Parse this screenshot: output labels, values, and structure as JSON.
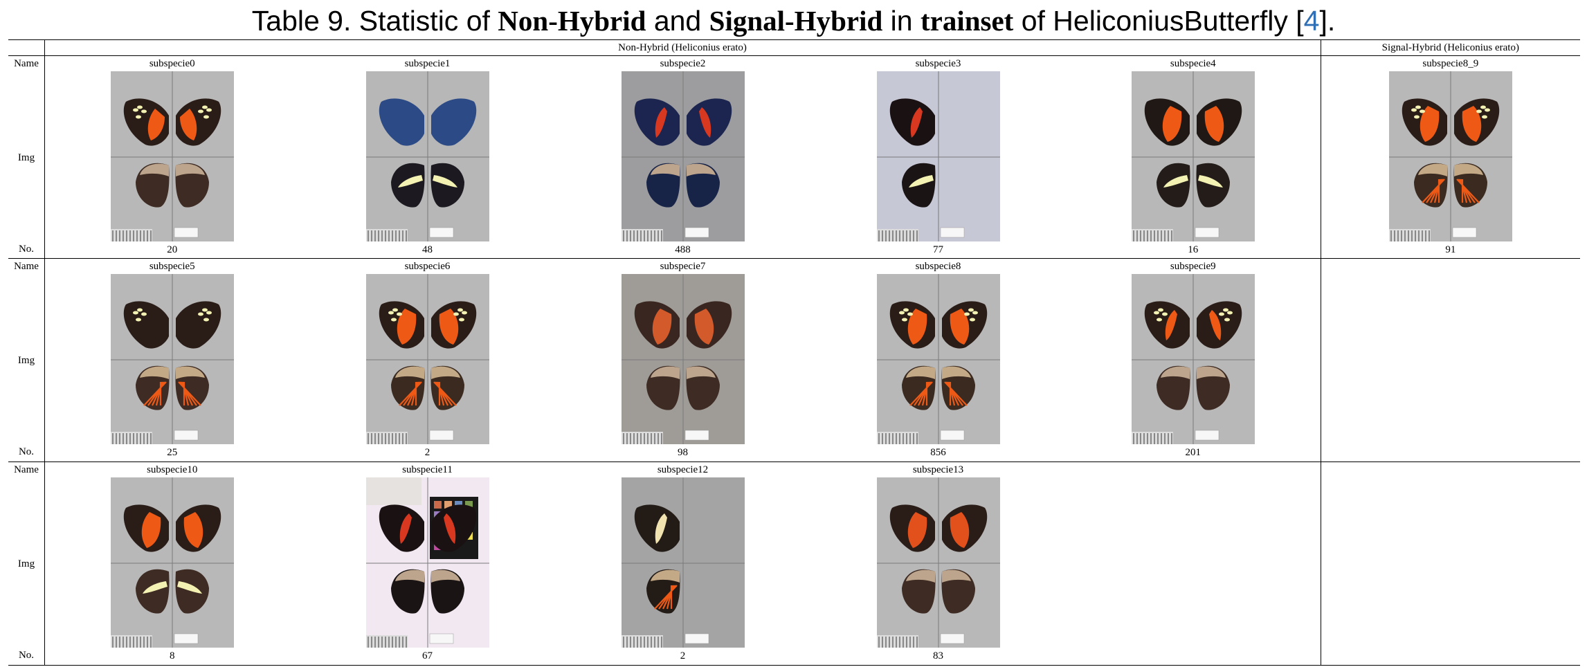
{
  "caption": {
    "prefix": "Table 9. Statistic of ",
    "term1": "Non-Hybrid",
    "and": " and ",
    "term2": "Signal-Hybrid",
    "in": " in ",
    "term3": "trainset",
    "of": " of HeliconiusButterfly [",
    "ref": "4",
    "suffix": "]."
  },
  "groups": {
    "non_hybrid": "Non-Hybrid (Heliconius erato)",
    "signal_hybrid": "Signal-Hybrid (Heliconius erato)"
  },
  "row_labels": {
    "name": "Name",
    "img": "Img",
    "no": "No."
  },
  "rows": [
    [
      {
        "name": "subspecie0",
        "count": "20",
        "photo": "butterfly-wings-subspecie0"
      },
      {
        "name": "subspecie1",
        "count": "48",
        "photo": "butterfly-wings-subspecie1"
      },
      {
        "name": "subspecie2",
        "count": "488",
        "photo": "butterfly-wings-subspecie2"
      },
      {
        "name": "subspecie3",
        "count": "77",
        "photo": "butterfly-wings-subspecie3"
      },
      {
        "name": "subspecie4",
        "count": "16",
        "photo": "butterfly-wings-subspecie4"
      },
      {
        "name": "subspecie8_9",
        "count": "91",
        "photo": "butterfly-wings-subspecie8_9"
      }
    ],
    [
      {
        "name": "subspecie5",
        "count": "25",
        "photo": "butterfly-wings-subspecie5"
      },
      {
        "name": "subspecie6",
        "count": "2",
        "photo": "butterfly-wings-subspecie6"
      },
      {
        "name": "subspecie7",
        "count": "98",
        "photo": "butterfly-wings-subspecie7"
      },
      {
        "name": "subspecie8",
        "count": "856",
        "photo": "butterfly-wings-subspecie8"
      },
      {
        "name": "subspecie9",
        "count": "201",
        "photo": "butterfly-wings-subspecie9"
      }
    ],
    [
      {
        "name": "subspecie10",
        "count": "8",
        "photo": "butterfly-wings-subspecie10"
      },
      {
        "name": "subspecie11",
        "count": "67",
        "photo": "butterfly-wings-subspecie11"
      },
      {
        "name": "subspecie12",
        "count": "2",
        "photo": "butterfly-wings-subspecie12"
      },
      {
        "name": "subspecie13",
        "count": "83",
        "photo": "butterfly-wings-subspecie13"
      }
    ]
  ],
  "colors": {
    "background_gray": "#b4b4b4",
    "wing_black": "#2a1c17",
    "band_orange": "#ee5a16",
    "band_red": "#d8381f",
    "spot_yellow": "#f3f2b2",
    "iridescent_blue": "#2c4b86",
    "hindwing_brown": "#3e2b23",
    "hindwing_tan": "#bca58c",
    "lavender_bg": "#f1e8f1",
    "link_blue": "#2f6fb5"
  }
}
